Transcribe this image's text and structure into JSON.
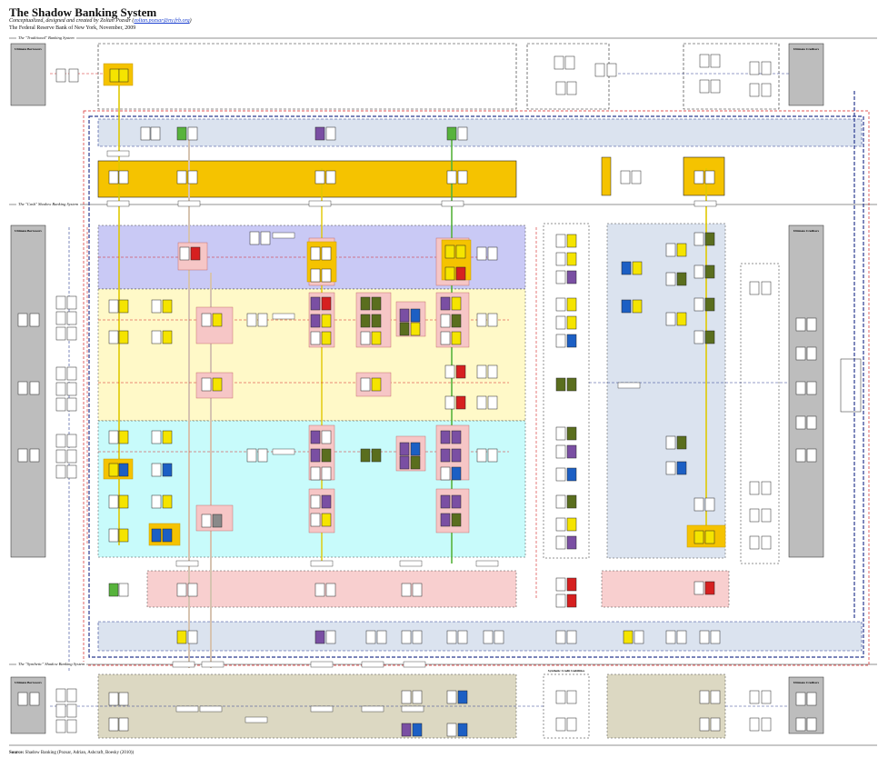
{
  "header": {
    "title": "The Shadow Banking System",
    "subtitle_prefix": "Conceptualized, designed and created by Zoltan Pozsar (",
    "email": "zoltan.pozsar@ny.frb.org",
    "subtitle_suffix": ")",
    "org_date": "The Federal Reserve Bank of New York, November, 2009"
  },
  "sections": {
    "traditional": "The \"Traditional\" Banking System",
    "cash": "The \"Cash\" Shadow Banking System",
    "synthetic": "The \"Synthetic\" Shadow Banking System"
  },
  "labels": {
    "ultimate_borrowers": "Ultimate Borrowers",
    "ultimate_creditors": "Ultimate Creditors",
    "synthetic_credit_liabilities": "Synthetic Credit Liabilities"
  },
  "source": {
    "label": "Source:",
    "text": " Shadow Banking (Pozsar, Adrian, Ashcraft, Boesky (2010))"
  },
  "colors": {
    "gold": "#f5c300",
    "lavender": "#c9c9f5",
    "cream": "#fff9c8",
    "cyan": "#c8fbfb",
    "pink": "#f8cfcf",
    "steel": "#dbe3ef",
    "khaki": "#dcd8c2",
    "gray": "#bdbdbd",
    "red_line": "#d62020",
    "blue_line": "#2a3a8f",
    "yellow_line": "#e0c800",
    "green_line": "#57b33c"
  }
}
